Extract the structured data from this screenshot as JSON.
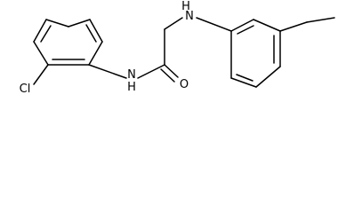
{
  "molecule": {
    "atoms": {
      "chlorine": "Cl",
      "amide_nitrogen": "N",
      "amide_hydrogen": "H",
      "carbonyl_oxygen": "O",
      "amine_nitrogen": "N",
      "amine_hydrogen": "H"
    }
  }
}
